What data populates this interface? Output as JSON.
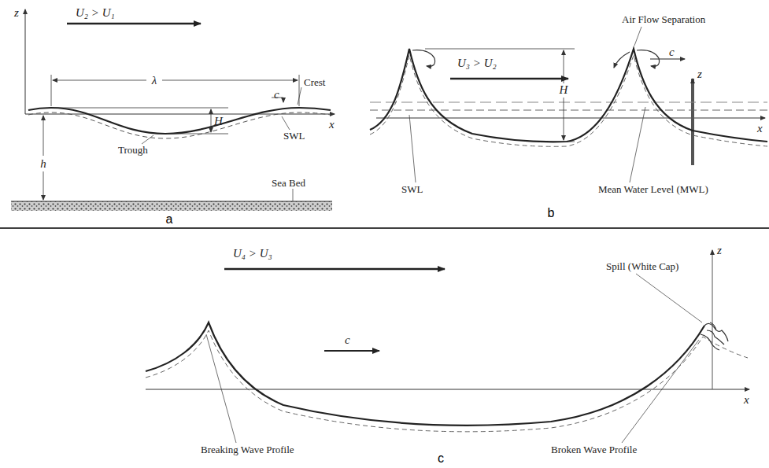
{
  "diagram": {
    "labels": [
      "z",
      "U₂ > U₁",
      "λ",
      "Crest",
      "c",
      "H",
      "x",
      "Trough",
      "SWL",
      "h",
      "Sea Bed",
      "a",
      "U₃ > U₂",
      "Air Flow Separation",
      "z",
      "c",
      "H",
      "x",
      "SWL",
      "Mean Water Level (MWL)",
      "b",
      "U₄ > U₃",
      "Spill (White Cap)",
      "z",
      "c",
      "x",
      "Breaking Wave Profile",
      "Broken Wave Profile",
      "c"
    ]
  }
}
